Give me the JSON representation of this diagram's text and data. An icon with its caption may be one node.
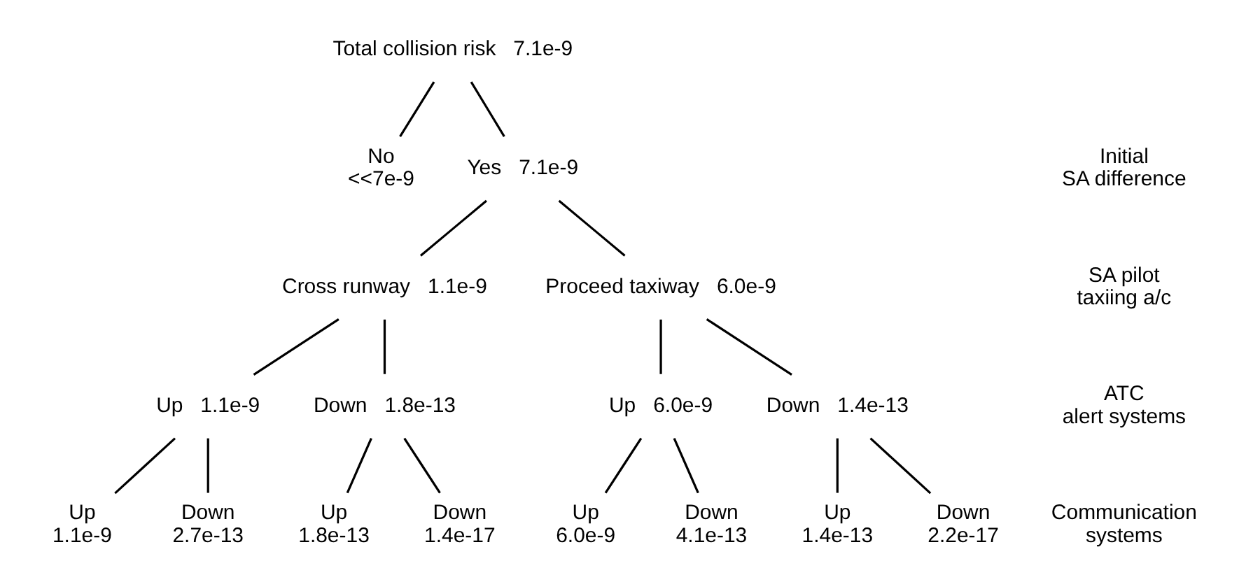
{
  "diagram": {
    "nodes": [
      {
        "text": [
          "Total collision risk"
        ],
        "beside": [
          "7.1e-9"
        ]
      },
      {
        "text": [
          "No"
        ],
        "beside": [
          "<<7e-9"
        ]
      },
      {
        "text": [
          "Yes"
        ],
        "beside": [
          "7.1e-9"
        ]
      },
      {
        "text": [
          "Cross runway"
        ],
        "beside": [
          "1.1e-9"
        ]
      },
      {
        "text": [
          "Proceed taxiway"
        ],
        "beside": [
          "6.0e-9"
        ]
      },
      {
        "text": [
          "Up"
        ],
        "beside": [
          "1.1e-9"
        ]
      },
      {
        "text": [
          "Down"
        ],
        "beside": [
          "1.8e-13"
        ]
      },
      {
        "text": [
          "Up"
        ],
        "beside": [
          "6.0e-9"
        ]
      },
      {
        "text": [
          "Down"
        ],
        "beside": [
          "1.4e-13"
        ]
      },
      {
        "text": [
          "Up"
        ],
        "beside": [
          "1.1e-9"
        ]
      },
      {
        "text": [
          "Down"
        ],
        "beside": [
          "2.7e-13"
        ]
      },
      {
        "text": [
          "Up"
        ],
        "beside": [
          "1.8e-13"
        ]
      },
      {
        "text": [
          "Down"
        ],
        "beside": [
          "1.4e-17"
        ]
      },
      {
        "text": [
          "Up"
        ],
        "beside": [
          "6.0e-9"
        ]
      },
      {
        "text": [
          "Down"
        ],
        "beside": [
          "4.1e-13"
        ]
      },
      {
        "text": [
          "Up"
        ],
        "beside": [
          "1.4e-13"
        ]
      },
      {
        "text": [
          "Down"
        ],
        "beside": [
          "2.2e-17"
        ]
      }
    ],
    "edges": [
      {
        "from": 0,
        "to": 1,
        "arrow": "none"
      },
      {
        "from": 0,
        "to": 2,
        "arrow": "none"
      },
      {
        "from": 2,
        "to": 3,
        "arrow": "none"
      },
      {
        "from": 2,
        "to": 4,
        "arrow": "none"
      },
      {
        "from": 3,
        "to": 5,
        "arrow": "none"
      },
      {
        "from": 3,
        "to": 6,
        "arrow": "none"
      },
      {
        "from": 4,
        "to": 7,
        "arrow": "none"
      },
      {
        "from": 4,
        "to": 8,
        "arrow": "none"
      },
      {
        "from": 5,
        "to": 9,
        "arrow": "none"
      },
      {
        "from": 5,
        "to": 10,
        "arrow": "none"
      },
      {
        "from": 6,
        "to": 11,
        "arrow": "none"
      },
      {
        "from": 6,
        "to": 12,
        "arrow": "none"
      },
      {
        "from": 7,
        "to": 13,
        "arrow": "none"
      },
      {
        "from": 7,
        "to": 14,
        "arrow": "none"
      },
      {
        "from": 8,
        "to": 15,
        "arrow": "none"
      },
      {
        "from": 8,
        "to": 16,
        "arrow": "none"
      }
    ],
    "labels": [
      "Initial SA difference",
      "SA pilot taxiing a/c",
      "ATC alert systems",
      "Communication systems"
    ]
  }
}
